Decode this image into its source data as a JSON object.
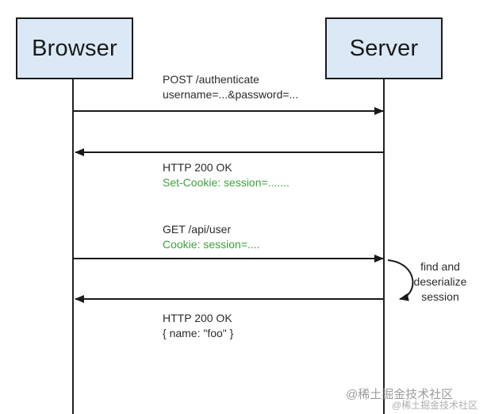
{
  "actors": {
    "browser": "Browser",
    "server": "Server"
  },
  "messages": [
    {
      "direction": "browser-to-server",
      "line1": "POST /authenticate",
      "line2": "username=...&password=..."
    },
    {
      "direction": "server-to-browser",
      "line1": "HTTP 200 OK",
      "line2": "Set-Cookie: session=......."
    },
    {
      "direction": "browser-to-server",
      "line1": "GET /api/user",
      "line2": "Cookie: session=...."
    },
    {
      "direction": "server-to-browser",
      "line1": "HTTP 200 OK",
      "line2": "{  name: \"foo\"  }"
    }
  ],
  "server_note": {
    "line1": "find and",
    "line2": "deserialize",
    "line3": "session"
  },
  "watermark": {
    "line1": "@稀土掘金技术社区",
    "line2": "@稀土掘金技术社区"
  },
  "colors": {
    "actor_fill": "#dbe9f7",
    "header_green": "#3aa33a",
    "line": "#1a1a1a"
  }
}
